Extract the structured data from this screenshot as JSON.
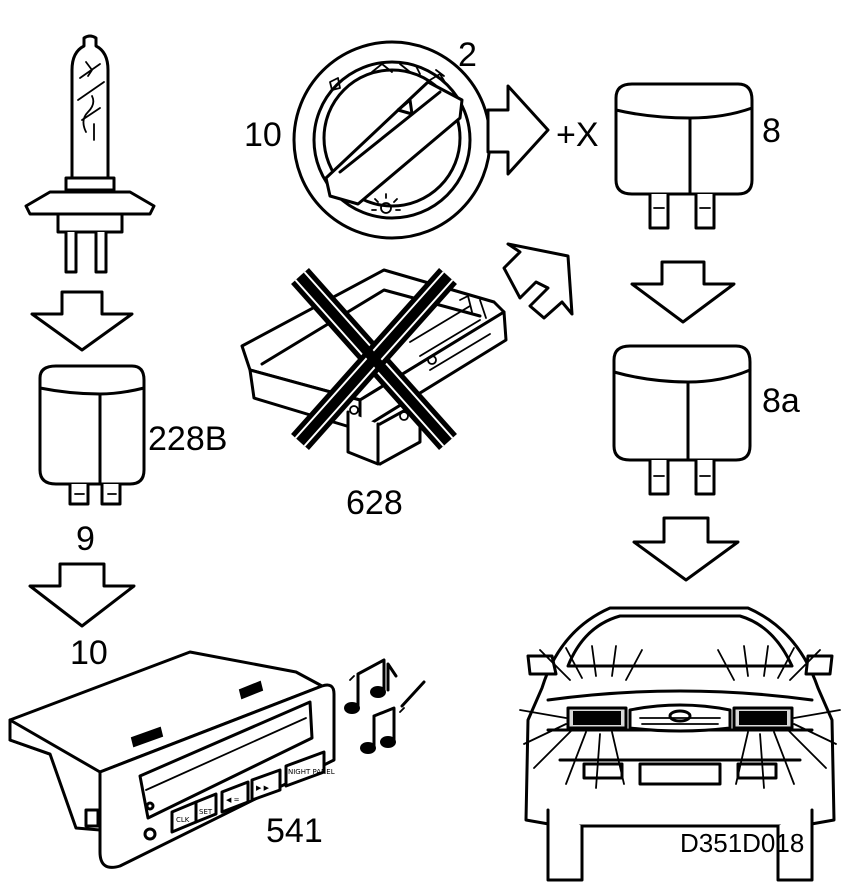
{
  "diagram": {
    "labels": {
      "bulb_relay": "228B",
      "bulb_relay_pin": "9",
      "info_pin": "10",
      "info_display": "541",
      "switch_pos_off": "10",
      "switch_pos_on": "2",
      "removed_module": "628",
      "supply": "+X",
      "relay_main": "8",
      "relay_aux": "8a",
      "drawing_code": "D351D018"
    },
    "display_buttons": [
      "CLK",
      "SET",
      "◀ =",
      "▶ ▶",
      "NIGHT PANEL"
    ],
    "colors": {
      "line": "#000000",
      "background": "#ffffff",
      "shade": "#d8d8d8"
    }
  }
}
